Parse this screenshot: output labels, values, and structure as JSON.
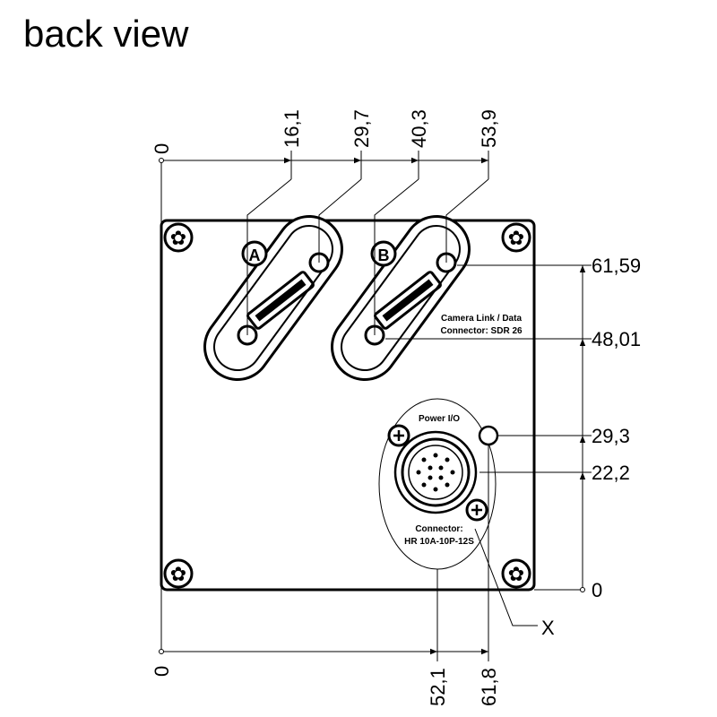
{
  "title": "back view",
  "top_dims": [
    "0",
    "16,1",
    "29,7",
    "40,3",
    "53,9"
  ],
  "right_dims": [
    "61,59",
    "48,01",
    "29,3",
    "22,2",
    "0"
  ],
  "bottom_dims": [
    "0",
    "52,1",
    "61,8"
  ],
  "callout_x": "X",
  "port_a": "A",
  "port_b": "B",
  "cl_label_1": "Camera Link / Data",
  "cl_label_2": "Connector: SDR 26",
  "power_label": "Power I/O",
  "power_conn_1": "Connector:",
  "power_conn_2": "HR 10A-10P-12S"
}
